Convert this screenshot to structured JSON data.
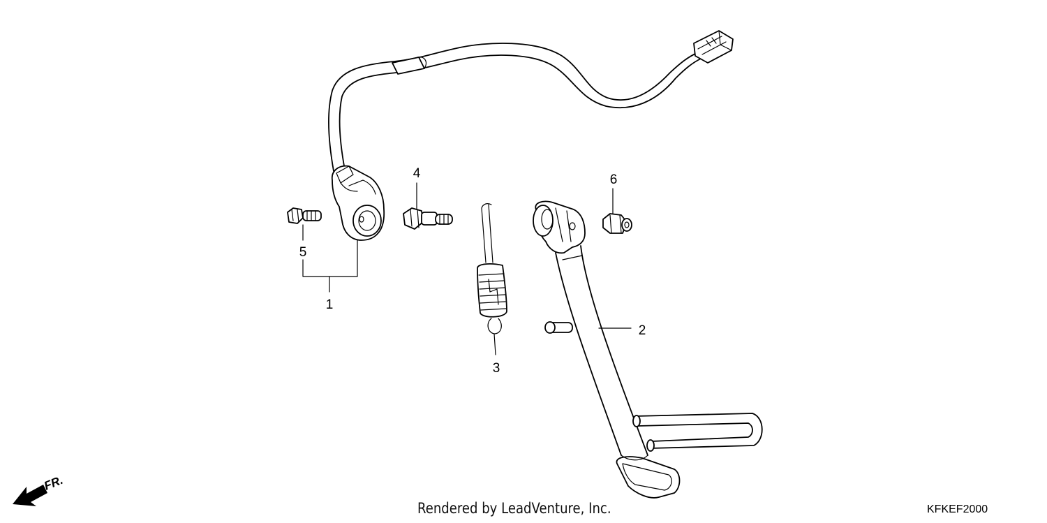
{
  "callouts": {
    "part_1": "1",
    "part_2": "2",
    "part_3": "3",
    "part_4": "4",
    "part_5": "5",
    "part_6": "6"
  },
  "direction_marker": {
    "label": "FR.",
    "icon": "front-direction-arrow-icon"
  },
  "footer": {
    "credit": "Rendered by LeadVenture, Inc.",
    "diagram_code": "KFKEF2000"
  }
}
